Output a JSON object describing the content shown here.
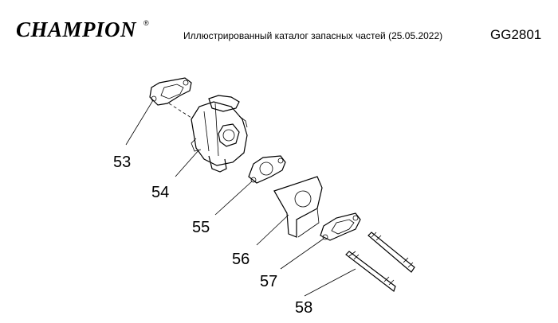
{
  "header": {
    "brand": "CHAMPION",
    "brand_mark": "®",
    "catalog_title": "Иллюстрированный каталог запасных частей (25.05.2022)",
    "model_code": "GG2801"
  },
  "callouts": [
    {
      "id": "53",
      "label": "53"
    },
    {
      "id": "54",
      "label": "54"
    },
    {
      "id": "55",
      "label": "55"
    },
    {
      "id": "56",
      "label": "56"
    },
    {
      "id": "57",
      "label": "57"
    },
    {
      "id": "58",
      "label": "58"
    }
  ]
}
